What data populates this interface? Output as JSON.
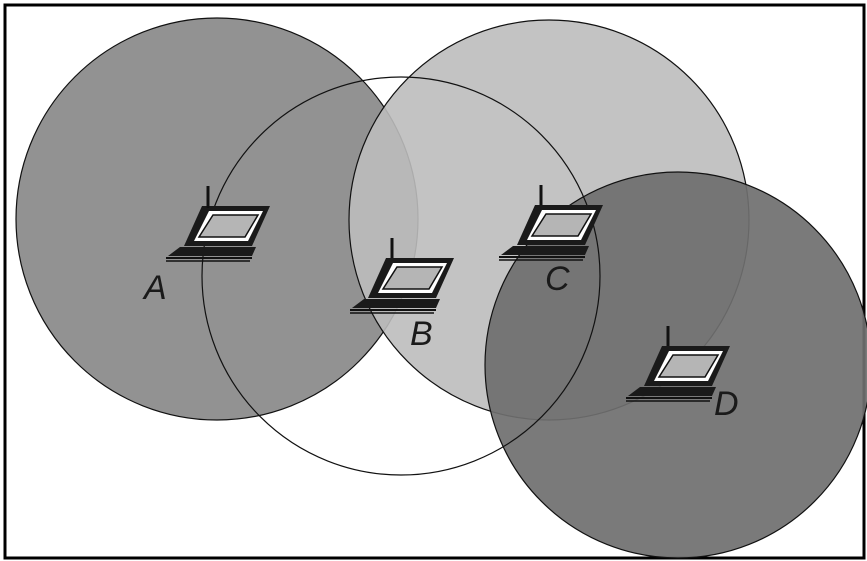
{
  "nodes": [
    {
      "id": "A",
      "label": "A"
    },
    {
      "id": "B",
      "label": "B"
    },
    {
      "id": "C",
      "label": "C"
    },
    {
      "id": "D",
      "label": "D"
    }
  ],
  "colors": {
    "range_A": "#8a8a8a",
    "range_C": "#c0c0c0",
    "range_D": "#6e6e6e",
    "range_B_outline": "#000000",
    "laptop_body": "#1a1a1a",
    "laptop_screen": "#b0b0b0"
  },
  "icons": {
    "node": "laptop-icon",
    "antenna": "antenna-icon"
  }
}
